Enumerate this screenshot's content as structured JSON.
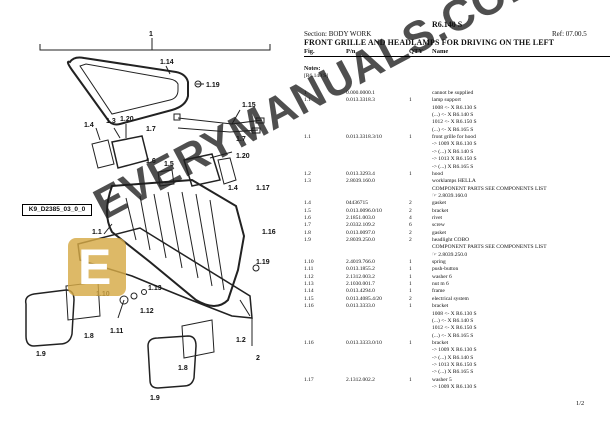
{
  "header": {
    "model": "R6.140 S",
    "section": "Section: BODY WORK",
    "ref": "Ref: 07.00.5",
    "title": "FRONT GRILLE AND HEADLAMPS FOR DRIVING ON THE LEFT"
  },
  "columns": {
    "fig": "Fig.",
    "pn": "P/n",
    "qty": "QTY",
    "name": "Name"
  },
  "notes": {
    "heading": "Notes:",
    "value": "[R6.140 S]"
  },
  "diagram": {
    "ref_code": "K9_D2385_03_0_0",
    "labels": [
      "1",
      "1.14",
      "1.19",
      "1.15",
      "1.4",
      "1.3",
      "1.20",
      "1.7",
      "1.7",
      "1.20",
      "1.6",
      "1.5",
      "1.4",
      "1.17",
      "1.1",
      "1.16",
      "1.19",
      "1.13",
      "1.10",
      "1.12",
      "1.8",
      "1.11",
      "1.9",
      "1.9",
      "1.8",
      "1.2",
      "2"
    ]
  },
  "rows": [
    {
      "fig": "1",
      "pn": "0.000.0000.1",
      "qty": "",
      "name": "cannot be supplied"
    },
    {
      "fig": "1.1",
      "pn": "0.013.3318.3",
      "qty": "1",
      "name": "lamp support"
    },
    {
      "fig": "",
      "pn": "",
      "qty": "",
      "name": "1008 <- X R6.130 S"
    },
    {
      "fig": "",
      "pn": "",
      "qty": "",
      "name": "(...) <- X R6.140 S"
    },
    {
      "fig": "",
      "pn": "",
      "qty": "",
      "name": "1012 <- X R6.150 S"
    },
    {
      "fig": "",
      "pn": "",
      "qty": "",
      "name": "(...) <- X R6.165 S"
    },
    {
      "fig": "1.1",
      "pn": "0.013.3318.3/10",
      "qty": "1",
      "name": "front grille for hood"
    },
    {
      "fig": "",
      "pn": "",
      "qty": "",
      "name": "-> 1009 X R6.130 S"
    },
    {
      "fig": "",
      "pn": "",
      "qty": "",
      "name": "-> (...) X R6.140 S"
    },
    {
      "fig": "",
      "pn": "",
      "qty": "",
      "name": "-> 1013 X R6.150 S"
    },
    {
      "fig": "",
      "pn": "",
      "qty": "",
      "name": "-> (...) X R6.165 S"
    },
    {
      "fig": "1.2",
      "pn": "0.013.3293.4",
      "qty": "1",
      "name": "hood"
    },
    {
      "fig": "1.3",
      "pn": "2.8039.160.0",
      "qty": "",
      "name": "worklamps HELLA"
    },
    {
      "fig": "",
      "pn": "",
      "qty": "",
      "name": "COMPONENT PARTS SEE COMPONENTS LIST"
    },
    {
      "fig": "",
      "pn": "",
      "qty": "",
      "name": "☞ 2.8039.160.0"
    },
    {
      "fig": "1.4",
      "pn": "04436715",
      "qty": "2",
      "name": "gasket"
    },
    {
      "fig": "1.5",
      "pn": "0.013.0096.0/10",
      "qty": "2",
      "name": "bracket"
    },
    {
      "fig": "1.6",
      "pn": "2.1851.003.0",
      "qty": "4",
      "name": "rivet"
    },
    {
      "fig": "1.7",
      "pn": "2.0332.109.2",
      "qty": "6",
      "name": "screw"
    },
    {
      "fig": "1.8",
      "pn": "0.013.0097.0",
      "qty": "2",
      "name": "gasket"
    },
    {
      "fig": "1.9",
      "pn": "2.8039.250.0",
      "qty": "2",
      "name": "headlight COBO"
    },
    {
      "fig": "",
      "pn": "",
      "qty": "",
      "name": "COMPONENT PARTS SEE COMPONENTS LIST"
    },
    {
      "fig": "",
      "pn": "",
      "qty": "",
      "name": "☞ 2.8039.250.0"
    },
    {
      "fig": "1.10",
      "pn": "2.4019.766.0",
      "qty": "1",
      "name": "spring"
    },
    {
      "fig": "1.11",
      "pn": "0.013.1855.2",
      "qty": "1",
      "name": "push-button"
    },
    {
      "fig": "1.12",
      "pn": "2.1312.003.2",
      "qty": "1",
      "name": "washer 6"
    },
    {
      "fig": "1.13",
      "pn": "2.1030.001.7",
      "qty": "1",
      "name": "nut m 6"
    },
    {
      "fig": "1.14",
      "pn": "0.013.4294.0",
      "qty": "1",
      "name": "frame"
    },
    {
      "fig": "1.15",
      "pn": "0.013.4085.4/20",
      "qty": "2",
      "name": "electrical system"
    },
    {
      "fig": "1.16",
      "pn": "0.013.3333.0",
      "qty": "1",
      "name": "bracket"
    },
    {
      "fig": "",
      "pn": "",
      "qty": "",
      "name": "1008 <- X R6.130 S"
    },
    {
      "fig": "",
      "pn": "",
      "qty": "",
      "name": "(...) <- X R6.140 S"
    },
    {
      "fig": "",
      "pn": "",
      "qty": "",
      "name": "1012 <- X R6.150 S"
    },
    {
      "fig": "",
      "pn": "",
      "qty": "",
      "name": "(...) <- X R6.165 S"
    },
    {
      "fig": "1.16",
      "pn": "0.013.3333.0/10",
      "qty": "1",
      "name": "bracket"
    },
    {
      "fig": "",
      "pn": "",
      "qty": "",
      "name": "-> 1009 X R6.130 S"
    },
    {
      "fig": "",
      "pn": "",
      "qty": "",
      "name": "-> (...) X R6.140 S"
    },
    {
      "fig": "",
      "pn": "",
      "qty": "",
      "name": "-> 1013 X R6.150 S"
    },
    {
      "fig": "",
      "pn": "",
      "qty": "",
      "name": "-> (...) X R6.165 S"
    },
    {
      "fig": "1.17",
      "pn": "2.1312.002.2",
      "qty": "1",
      "name": "washer 5"
    },
    {
      "fig": "",
      "pn": "",
      "qty": "",
      "name": "-> 1009 X R6.130 S"
    }
  ],
  "page": "1/2",
  "watermark": {
    "text": "EVERYMANUALS.COM",
    "logo_letter": "E"
  }
}
